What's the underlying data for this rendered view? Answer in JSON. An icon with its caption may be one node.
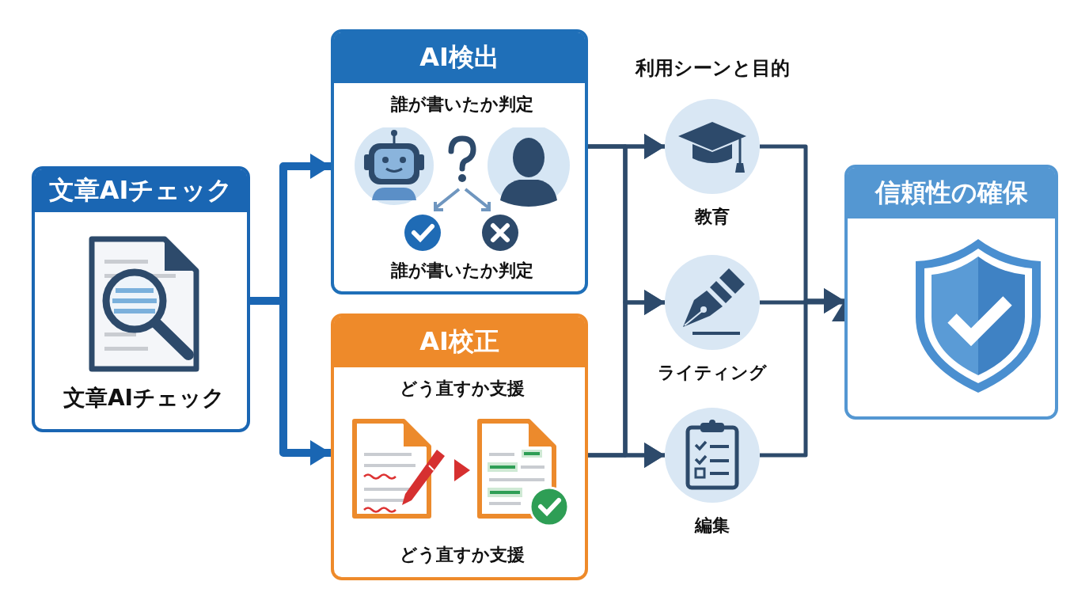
{
  "diagram": {
    "nodes": [
      {
        "text": [
          "文章AIチェック",
          "文章AIチェック"
        ]
      },
      {
        "text": [
          "AI検出",
          "誰が書いたか判定",
          "誰が書いたか判定"
        ]
      },
      {
        "text": [
          "AI校正",
          "どう直すか支援",
          "どう直すか支援"
        ]
      },
      {
        "text": [
          "教育"
        ]
      },
      {
        "text": [
          "ライティング"
        ]
      },
      {
        "text": [
          "編集"
        ]
      },
      {
        "text": [
          "信頼性の確保"
        ]
      }
    ],
    "edges": [
      {
        "from": 0,
        "to": 1,
        "arrow": "to",
        "style": "thick",
        "color": "#1a66b3"
      },
      {
        "from": 0,
        "to": 2,
        "arrow": "to",
        "style": "thick",
        "color": "#1a66b3"
      },
      {
        "from": 1,
        "to": 3,
        "arrow": "to"
      },
      {
        "from": 1,
        "to": 4,
        "arrow": "to"
      },
      {
        "from": 1,
        "to": 5,
        "arrow": "to"
      },
      {
        "from": 2,
        "to": 3,
        "arrow": "to"
      },
      {
        "from": 2,
        "to": 4,
        "arrow": "to"
      },
      {
        "from": 2,
        "to": 5,
        "arrow": "to"
      },
      {
        "from": 3,
        "to": 6,
        "arrow": "to"
      },
      {
        "from": 4,
        "to": 6,
        "arrow": "to"
      },
      {
        "from": 5,
        "to": 6,
        "arrow": "to"
      }
    ],
    "labels": [
      "利用シーンと目的"
    ]
  }
}
